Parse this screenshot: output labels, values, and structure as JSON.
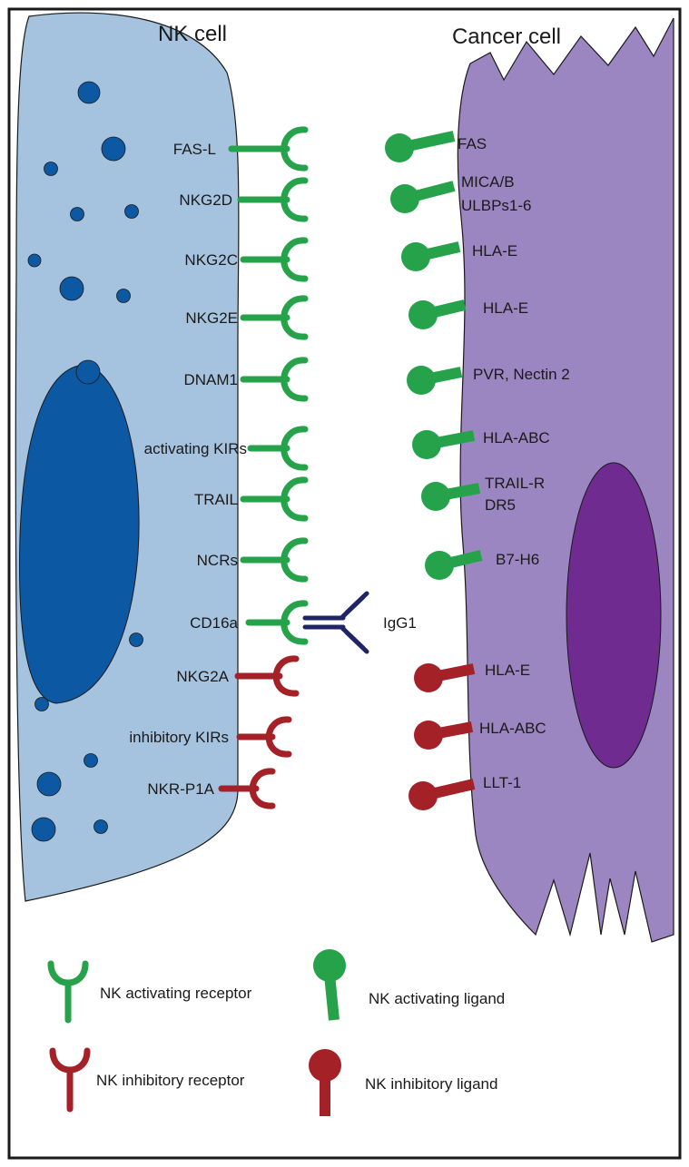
{
  "nk_cell": {
    "title": "NK cell",
    "receptors": [
      {
        "label": "FAS-L",
        "type": "activating"
      },
      {
        "label": "NKG2D",
        "type": "activating"
      },
      {
        "label": "NKG2C",
        "type": "activating"
      },
      {
        "label": "NKG2E",
        "type": "activating"
      },
      {
        "label": "DNAM1",
        "type": "activating"
      },
      {
        "label": "activating KIRs",
        "type": "activating"
      },
      {
        "label": "TRAIL",
        "type": "activating"
      },
      {
        "label": "NCRs",
        "type": "activating"
      },
      {
        "label": "CD16a",
        "type": "activating"
      },
      {
        "label": "NKG2A",
        "type": "inhibitory"
      },
      {
        "label": "inhibitory KIRs",
        "type": "inhibitory"
      },
      {
        "label": "NKR-P1A",
        "type": "inhibitory"
      }
    ]
  },
  "cancer_cell": {
    "title": "Cancer cell",
    "ligands": [
      {
        "lines": [
          "FAS"
        ],
        "type": "activating"
      },
      {
        "lines": [
          "MICA/B",
          "ULBPs1-6"
        ],
        "type": "activating"
      },
      {
        "lines": [
          "HLA-E"
        ],
        "type": "activating"
      },
      {
        "lines": [
          "HLA-E"
        ],
        "type": "activating"
      },
      {
        "lines": [
          "PVR, Nectin 2"
        ],
        "type": "activating"
      },
      {
        "lines": [
          "HLA-ABC"
        ],
        "type": "activating"
      },
      {
        "lines": [
          "TRAIL-R",
          "DR5"
        ],
        "type": "activating"
      },
      {
        "lines": [
          "B7-H6"
        ],
        "type": "activating"
      },
      {
        "lines": [
          "HLA-E"
        ],
        "type": "inhibitory"
      },
      {
        "lines": [
          "HLA-ABC"
        ],
        "type": "inhibitory"
      },
      {
        "lines": [
          "LLT-1"
        ],
        "type": "inhibitory"
      }
    ]
  },
  "antibody": {
    "label": "IgG1"
  },
  "legend": {
    "activating_receptor": "NK activating receptor",
    "inhibitory_receptor": "NK inhibitory receptor",
    "activating_ligand": "NK activating ligand",
    "inhibitory_ligand": "NK inhibitory ligand"
  },
  "colors": {
    "activating": "#25a24a",
    "inhibitory": "#a32127",
    "nk_cell_fill": "#a5c3df",
    "cancer_cell_fill": "#9b86c2",
    "nk_nucleus": "#0d58a3",
    "cancer_nucleus": "#6f2b8f",
    "antibody": "#1f2466"
  }
}
